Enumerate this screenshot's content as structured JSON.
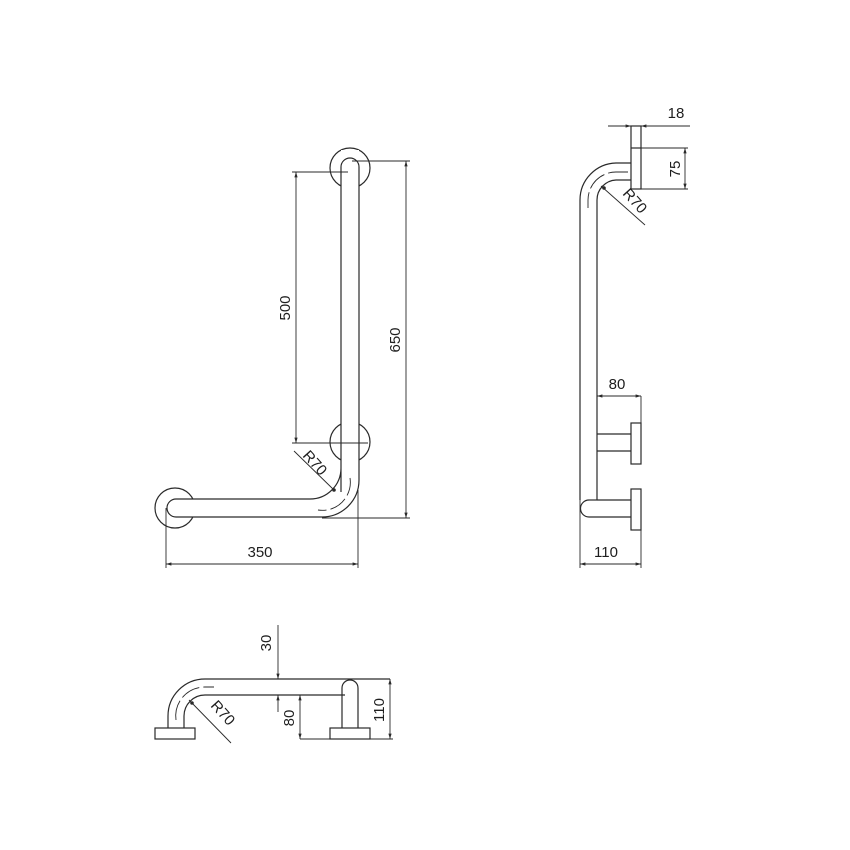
{
  "drawing": {
    "type": "technical-drawing",
    "subject": "L-shaped grab bar",
    "views": {
      "front": {
        "dimensions": {
          "inner_height": "500",
          "total_height": "650",
          "total_width": "350",
          "bend_radius": "R70"
        }
      },
      "side": {
        "dimensions": {
          "flange_thickness": "18",
          "flange_offset": "75",
          "bend_radius": "R70",
          "bracket_depth": "80",
          "total_depth": "110"
        }
      },
      "top": {
        "dimensions": {
          "tube_offset": "30",
          "bend_radius": "R70",
          "bracket_depth": "80",
          "total_depth": "110"
        }
      }
    }
  }
}
